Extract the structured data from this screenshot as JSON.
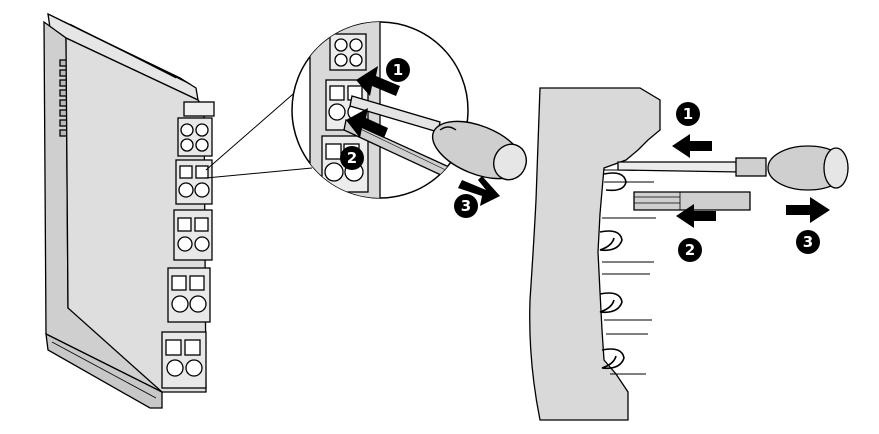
{
  "colors": {
    "housing": "#d9d9d9",
    "housing_dark": "#b8b8b8",
    "outline": "#000000",
    "badge": "#000000",
    "badge_text": "#ffffff",
    "background": "#ffffff"
  },
  "steps": {
    "zoom": [
      "1",
      "2",
      "3"
    ],
    "side": [
      "1",
      "2",
      "3"
    ]
  },
  "icons": {
    "push_arrow": "arrow-left-icon",
    "pull_arrow": "arrow-right-icon",
    "tool": "screwdriver-icon"
  }
}
